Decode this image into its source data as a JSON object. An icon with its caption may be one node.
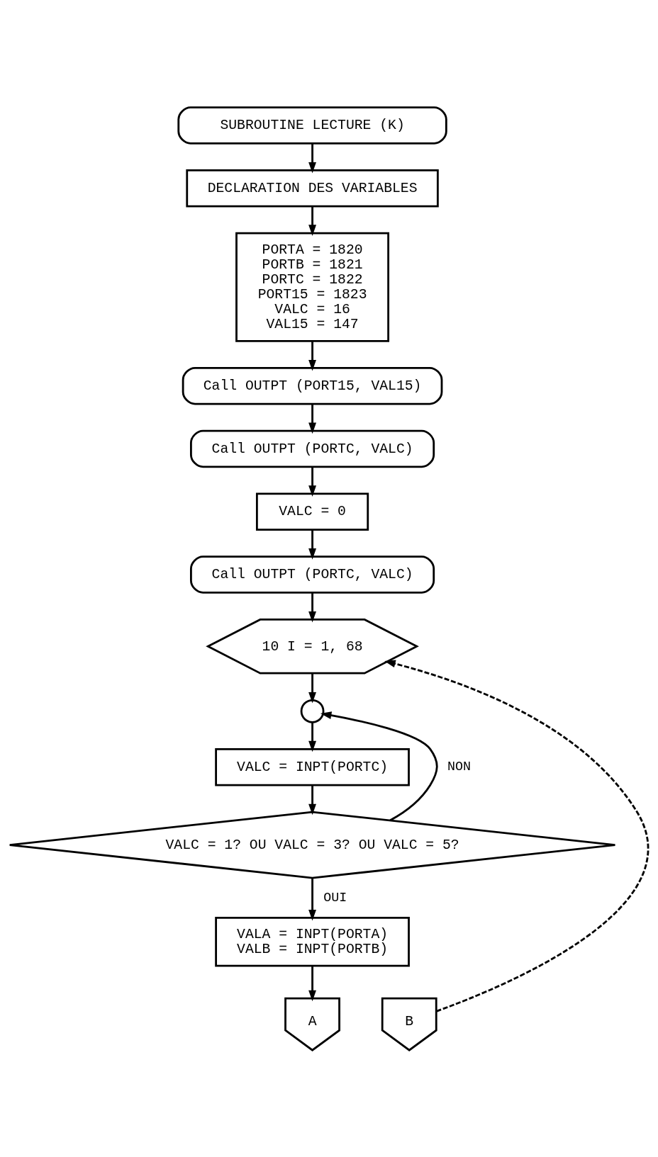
{
  "diagram": {
    "nodes": [
      {
        "text": [
          "SUBROUTINE LECTURE (K)"
        ]
      },
      {
        "text": [
          "DECLARATION DES VARIABLES"
        ]
      },
      {
        "text": [
          "PORTA = 1820",
          "PORTB = 1821",
          "PORTC = 1822",
          "PORT15 = 1823",
          "VALC = 16",
          "VAL15 = 147"
        ]
      },
      {
        "text": [
          "Call OUTPT (PORT15, VAL15)"
        ]
      },
      {
        "text": [
          "Call OUTPT (PORTC, VALC)"
        ]
      },
      {
        "text": [
          "VALC = 0"
        ]
      },
      {
        "text": [
          "Call OUTPT (PORTC, VALC)"
        ]
      },
      {
        "text": [
          "10 I = 1, 68"
        ]
      },
      {
        "text": [],
        "shape": "circle"
      },
      {
        "text": [
          "VALC = INPT(PORTC)"
        ]
      },
      {
        "text": [
          "VALC = 1? OU VALC = 3? OU VALC = 5?"
        ]
      },
      {
        "text": [
          "VALA = INPT(PORTA)",
          "VALB = INPT(PORTB)"
        ]
      },
      {
        "text": [
          "A"
        ]
      },
      {
        "text": [
          "B"
        ]
      }
    ],
    "edges": [
      {
        "from": 0,
        "to": 1,
        "arrow": "to"
      },
      {
        "from": 1,
        "to": 2,
        "arrow": "to"
      },
      {
        "from": 2,
        "to": 3,
        "arrow": "to"
      },
      {
        "from": 3,
        "to": 4,
        "arrow": "to"
      },
      {
        "from": 4,
        "to": 5,
        "arrow": "to"
      },
      {
        "from": 5,
        "to": 6,
        "arrow": "to"
      },
      {
        "from": 6,
        "to": 7,
        "arrow": "to"
      },
      {
        "from": 7,
        "to": 8,
        "arrow": "to"
      },
      {
        "from": 8,
        "to": 9,
        "arrow": "to"
      },
      {
        "from": 9,
        "to": 10,
        "arrow": "to"
      },
      {
        "from": 10,
        "to": 11,
        "arrow": "to",
        "label": "OUI"
      },
      {
        "from": 10,
        "to": 8,
        "arrow": "to",
        "label": "NON"
      },
      {
        "from": 11,
        "to": 12,
        "arrow": "to"
      },
      {
        "from": 13,
        "to": 7,
        "arrow": "to",
        "style": "dashed"
      }
    ]
  }
}
